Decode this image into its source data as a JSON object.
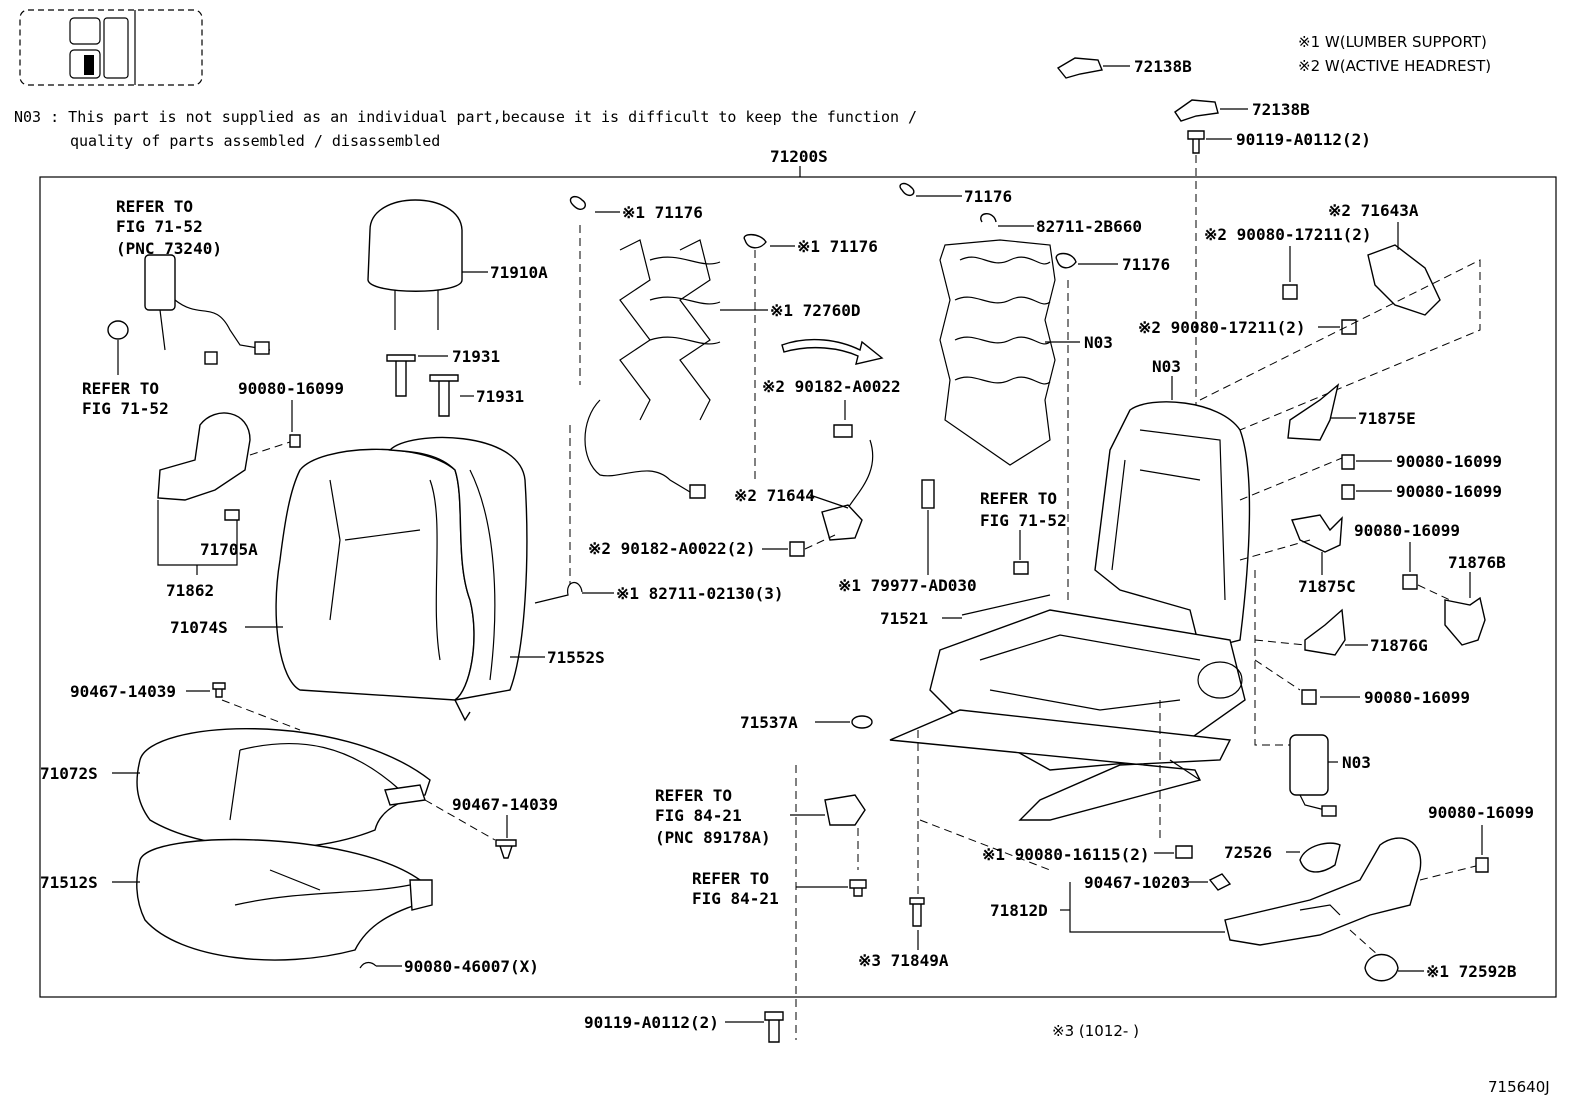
{
  "notes": {
    "n03_line1": "N03 : This part is not supplied as an individual part,because it is difficult to keep the function /",
    "n03_line2": "quality of parts assembled / disassembled",
    "legend1": "※1 W(LUMBER SUPPORT)",
    "legend2": "※2 W(ACTIVE HEADREST)",
    "footnote3": "※3 (1012-      )",
    "figure_id": "715640J"
  },
  "labels": {
    "p71200S": "71200S",
    "p72138B_a": "72138B",
    "p72138B_b": "72138B",
    "p90119_top": "90119-A0112(2)",
    "refer_7152_a1": "REFER TO",
    "refer_7152_a2": "FIG 71-52",
    "refer_7152_a3": "(PNC 73240)",
    "refer_7152_b1": "REFER TO",
    "refer_7152_b2": "FIG 71-52",
    "p71910A": "71910A",
    "p71931_a": "71931",
    "p71931_b": "71931",
    "p90080_16099_l": "90080-16099",
    "p71705A": "71705A",
    "p71862": "71862",
    "p71074S": "71074S",
    "p71552S": "71552S",
    "p90467_14039_a": "90467-14039",
    "p71072S": "71072S",
    "p90467_14039_b": "90467-14039",
    "p71512S": "71512S",
    "p90080_46007": "90080-46007(X)",
    "p71176_a": "※1 71176",
    "p71176_b": "※1 71176",
    "p72760D": "※1 72760D",
    "p90182_a": "※2 90182-A0022",
    "p71644": "※2 71644",
    "p90182_b": "※2 90182-A0022(2)",
    "p82711_02130": "※1 82711-02130(3)",
    "p71176_c": "71176",
    "p82711_2B660": "82711-2B660",
    "p71176_d": "71176",
    "p_N03_a": "N03",
    "p_N03_b": "N03",
    "p_N03_c": "N03",
    "refer_7152_c1": "REFER TO",
    "refer_7152_c2": "FIG 71-52",
    "p79977": "※1 79977-AD030",
    "p71521": "71521",
    "p71537A": "71537A",
    "refer_8421_a1": "REFER TO",
    "refer_8421_a2": "FIG 84-21",
    "refer_8421_a3": "(PNC 89178A)",
    "refer_8421_b1": "REFER TO",
    "refer_8421_b2": "FIG 84-21",
    "p71849A": "※3 71849A",
    "p90119_bottom": "90119-A0112(2)",
    "p90080_16115": "※1 90080-16115(2)",
    "p90467_10203": "90467-10203",
    "p71812D": "71812D",
    "p72526": "72526",
    "p72592B": "※1 72592B",
    "p71643A": "※2 71643A",
    "p90080_17211_a": "※2 90080-17211(2)",
    "p90080_17211_b": "※2 90080-17211(2)",
    "p71875E": "71875E",
    "p90080_16099_r1": "90080-16099",
    "p90080_16099_r2": "90080-16099",
    "p90080_16099_r3": "90080-16099",
    "p71875C": "71875C",
    "p71876B": "71876B",
    "p71876G": "71876G",
    "p90080_16099_r4": "90080-16099",
    "p90080_16099_r5": "90080-16099"
  }
}
